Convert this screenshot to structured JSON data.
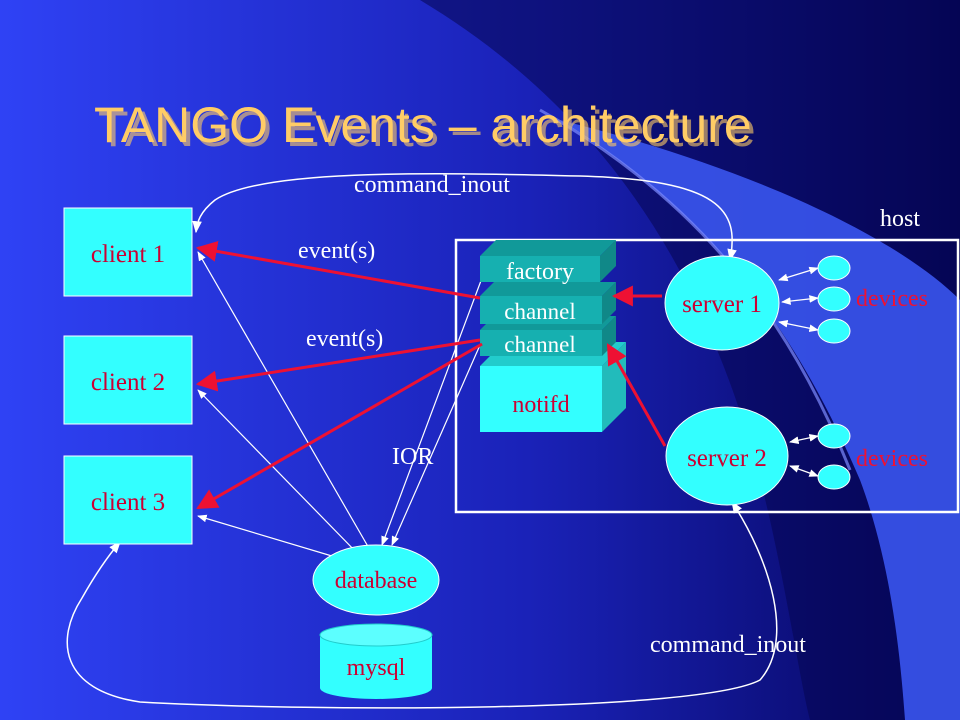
{
  "slide": {
    "title": "TANGO Events – architecture"
  },
  "nodes": {
    "client1": "client 1",
    "client2": "client 2",
    "client3": "client 3",
    "factory": "factory",
    "channel1": "channel",
    "channel2": "channel",
    "notifd": "notifd",
    "server1": "server 1",
    "server2": "server 2",
    "database": "database",
    "mysql": "mysql",
    "host": "host",
    "devices1": "devices",
    "devices2": "devices"
  },
  "edges": {
    "command_inout_top": "command_inout",
    "command_inout_bottom": "command_inout",
    "event1": "event(s)",
    "event2": "event(s)",
    "ior": "IOR"
  },
  "colors": {
    "background_dark": "#0a0a6e",
    "background_bright": "#2a3cf0",
    "box_fill": "#33ffff",
    "box_text": "#cc0033",
    "title": "#ffcc66",
    "event_arrow": "#ee1133",
    "light_arrow": "#ffffff"
  }
}
